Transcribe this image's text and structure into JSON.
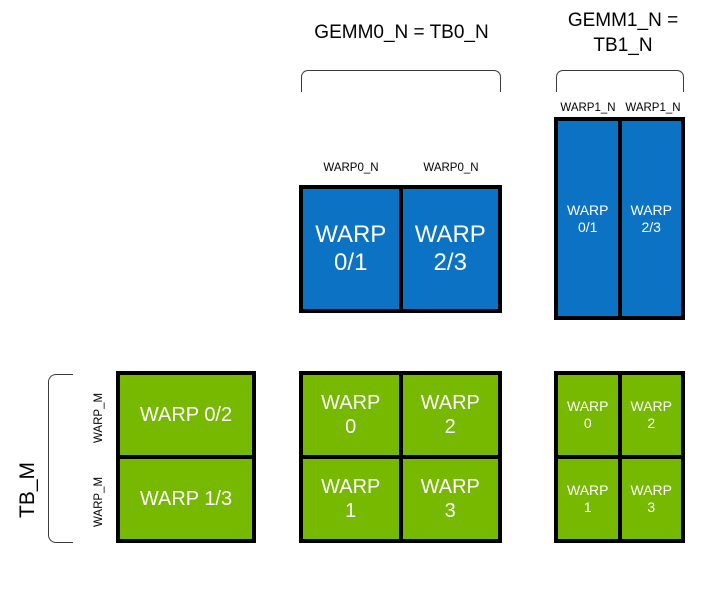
{
  "headings": {
    "gemm0": "GEMM0_N = TB0_N",
    "gemm1": "GEMM1_N =\nTB1_N"
  },
  "tick_labels": {
    "warp0_n_left": "WARP0_N",
    "warp0_n_right": "WARP0_N",
    "warp1_n_left": "WARP1_N",
    "warp1_n_right": "WARP1_N",
    "warp_m_top": "WARP_M",
    "warp_m_bottom": "WARP_M",
    "tb_m": "TB_M"
  },
  "blocks": {
    "blue_top_middle": {
      "name": "gemm0-blue-block",
      "cells": [
        "WARP\n0/1",
        "WARP\n2/3"
      ]
    },
    "blue_top_right": {
      "name": "gemm1-blue-block",
      "cells": [
        "WARP\n0/1",
        "WARP\n2/3"
      ]
    },
    "green_left": {
      "name": "tb-m-green-block",
      "cells": [
        "WARP 0/2",
        "WARP 1/3"
      ]
    },
    "green_middle": {
      "name": "gemm0-green-block",
      "cells": [
        "WARP\n0",
        "WARP\n2",
        "WARP\n1",
        "WARP\n3"
      ]
    },
    "green_right": {
      "name": "gemm1-green-block",
      "cells": [
        "WARP\n0",
        "WARP\n2",
        "WARP\n1",
        "WARP\n3"
      ]
    }
  },
  "colors": {
    "blue": "#0b72c4",
    "green": "#76b900",
    "border": "#000000",
    "text": "#ffffff",
    "background": "#ffffff"
  }
}
